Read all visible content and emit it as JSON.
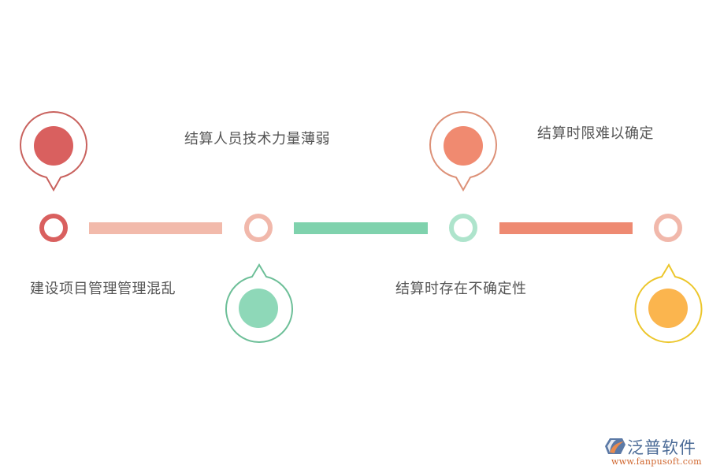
{
  "diagram": {
    "type": "horizontal-timeline",
    "items": [
      {
        "label": "建设项目管理管理混乱",
        "pin_position": "above",
        "label_position": "below",
        "pin_stroke": "#c9625e",
        "pin_fill": "#d9605f",
        "ring_color": "#d9605f"
      },
      {
        "label": "结算人员技术力量薄弱",
        "pin_position": "below",
        "label_position": "above",
        "pin_stroke": "#6dbf98",
        "pin_fill": "#8ed8b8",
        "ring_color": "#f1b8ab"
      },
      {
        "label": "结算时存在不确定性",
        "pin_position": "above",
        "label_position": "below",
        "pin_stroke": "#dd9178",
        "pin_fill": "#f08a70",
        "ring_color": "#aee4cc"
      },
      {
        "label": "结算时限难以确定",
        "pin_position": "below",
        "label_position": "above",
        "pin_stroke": "#ecc62b",
        "pin_fill": "#fbb54e",
        "ring_color": "#f1b8ab"
      }
    ],
    "connectors": [
      {
        "color": "#f2baab"
      },
      {
        "color": "#7fd2ad"
      },
      {
        "color": "#ee8a72"
      }
    ]
  },
  "logo": {
    "name": "泛普软件",
    "url": "www.fanpusoft.com"
  }
}
